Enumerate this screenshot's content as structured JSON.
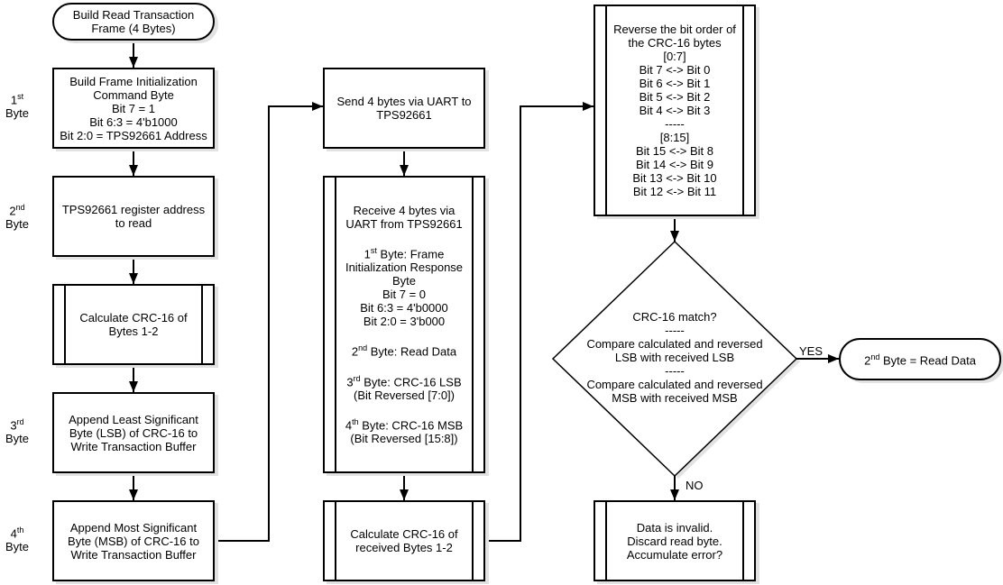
{
  "diagram": {
    "colors": {
      "stroke": "#000000",
      "fill": "#ffffff",
      "shadow": "#e2e2e2"
    },
    "byte_labels": [
      {
        "num": "1",
        "ord": "st",
        "word": "Byte"
      },
      {
        "num": "2",
        "ord": "nd",
        "word": "Byte"
      },
      {
        "num": "3",
        "ord": "rd",
        "word": "Byte"
      },
      {
        "num": "4",
        "ord": "th",
        "word": "Byte"
      }
    ],
    "edges": {
      "yes": "YES",
      "no": "NO"
    },
    "nodes": {
      "start": {
        "lines": [
          "Build Read Transaction",
          "Frame (4 Bytes)"
        ]
      },
      "build_frame_init": {
        "lines": [
          "Build Frame Initialization",
          "Command Byte",
          "Bit 7 = 1",
          "Bit 6:3 = 4'b1000",
          "Bit 2:0 = TPS92661 Address"
        ]
      },
      "register_address": {
        "lines": [
          "TPS92661 register address",
          "to read"
        ]
      },
      "calc_crc": {
        "lines": [
          "Calculate CRC-16 of",
          "Bytes 1-2"
        ]
      },
      "append_lsb": {
        "lines": [
          "Append Least Significant",
          "Byte (LSB) of CRC-16 to",
          "Write Transaction Buffer"
        ]
      },
      "append_msb": {
        "lines": [
          "Append Most Significant",
          "Byte (MSB) of CRC-16 to",
          "Write Transaction Buffer"
        ]
      },
      "send_uart": {
        "lines": [
          "Send 4 bytes via UART to",
          "TPS92661"
        ]
      },
      "receive_uart": {
        "lines": [
          "Receive 4 bytes via",
          "UART from TPS92661",
          "",
          {
            "pre": "1",
            "sup": "st",
            "post": " Byte: Frame"
          },
          "Initialization Response",
          "Byte",
          "Bit 7 = 0",
          "Bit 6:3 = 4'b0000",
          "Bit 2:0 = 3'b000",
          "",
          {
            "pre": "2",
            "sup": "nd",
            "post": " Byte: Read Data"
          },
          "",
          {
            "pre": "3",
            "sup": "rd",
            "post": " Byte: CRC-16 LSB"
          },
          "(Bit Reversed [7:0])",
          "",
          {
            "pre": "4",
            "sup": "th",
            "post": " Byte: CRC-16 MSB"
          },
          "(Bit Reversed [15:8])"
        ]
      },
      "calc_crc_received": {
        "lines": [
          "Calculate CRC-16 of",
          "received Bytes 1-2"
        ]
      },
      "reverse_bits": {
        "lines": [
          "Reverse the bit order of",
          "the CRC-16 bytes",
          "[0:7]",
          "Bit 7 <-> Bit 0",
          "Bit 6 <-> Bit 1",
          "Bit 5 <-> Bit 2",
          "Bit 4 <-> Bit 3",
          "-----",
          "[8:15]",
          "Bit 15 <-> Bit 8",
          "Bit 14 <-> Bit 9",
          "Bit 13 <-> Bit 10",
          "Bit 12 <-> Bit 11"
        ]
      },
      "crc_match": {
        "lines": [
          "CRC-16 match?",
          "-----",
          "Compare calculated and reversed",
          "LSB with received LSB",
          "-----",
          "Compare calculated and reversed",
          "MSB with received MSB"
        ]
      },
      "read_data_end": {
        "lines": [
          {
            "pre": "2",
            "sup": "nd",
            "post": " Byte = Read Data"
          }
        ]
      },
      "data_invalid": {
        "lines": [
          "Data is invalid.",
          "Discard read byte.",
          "Accumulate error?"
        ]
      }
    }
  }
}
